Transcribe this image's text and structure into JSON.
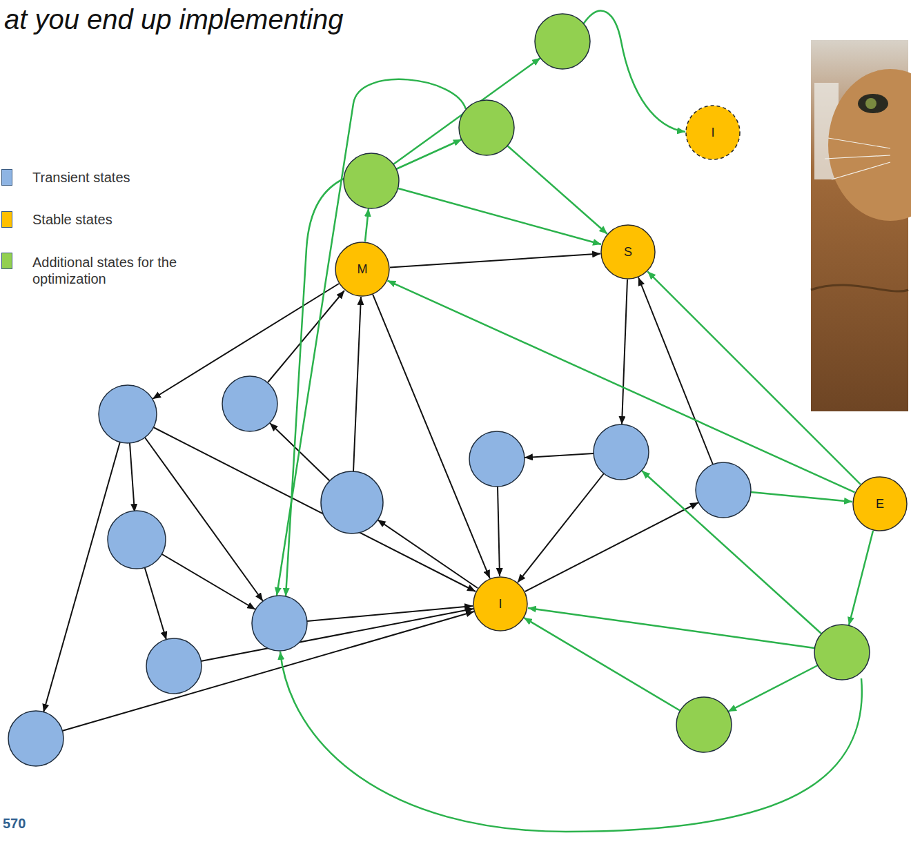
{
  "diagram": {
    "title": "at you end up implementing",
    "nodes": [
      {
        "text": [
          "I"
        ]
      },
      {
        "text": [
          "M"
        ]
      },
      {
        "text": [
          "S"
        ]
      },
      {
        "text": [
          "E"
        ]
      },
      {
        "text": [
          "I"
        ]
      }
    ],
    "edges": [
      {
        "from": 1,
        "to": 2,
        "arrow": "to"
      },
      {
        "from": 1,
        "to": 4,
        "arrow": "to"
      },
      {
        "from": 3,
        "to": 1,
        "arrow": "to"
      },
      {
        "from": 3,
        "to": 2,
        "arrow": "to"
      }
    ],
    "labels": [
      "570"
    ],
    "legend": [
      {
        "text": "Transient states",
        "color": "#8eb4e3"
      },
      {
        "text": "Stable states",
        "color": "#ffc000"
      },
      {
        "text": "Additional states for the optimization",
        "color": "#92d050"
      }
    ]
  }
}
